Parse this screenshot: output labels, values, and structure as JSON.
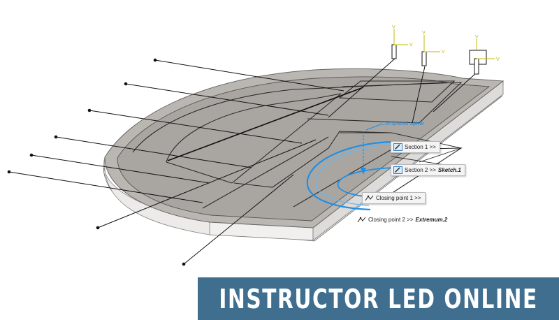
{
  "banner": {
    "text": "INSTRUCTOR LED ONLINE"
  },
  "spine": {
    "label": "Computed spine"
  },
  "callouts": {
    "section1": {
      "text": "Section 1 >>",
      "icon": "section-edit-icon"
    },
    "section2": {
      "text": "Section 2 >>",
      "value": "Sketch.1",
      "icon": "section-edit-icon"
    },
    "closing1": {
      "text": "Closing point 1 >>",
      "icon": "closing-point-icon"
    },
    "closing2": {
      "text": "Closing point 2 >>",
      "value": "Extremum.2",
      "icon": "closing-point-icon"
    }
  },
  "axes": {
    "v_label": "V"
  },
  "colors": {
    "banner": "#3f6e8e",
    "spine": "#1f8fe6",
    "plate_top": "#b9b6b2",
    "plate_side": "#e9e8e6"
  }
}
